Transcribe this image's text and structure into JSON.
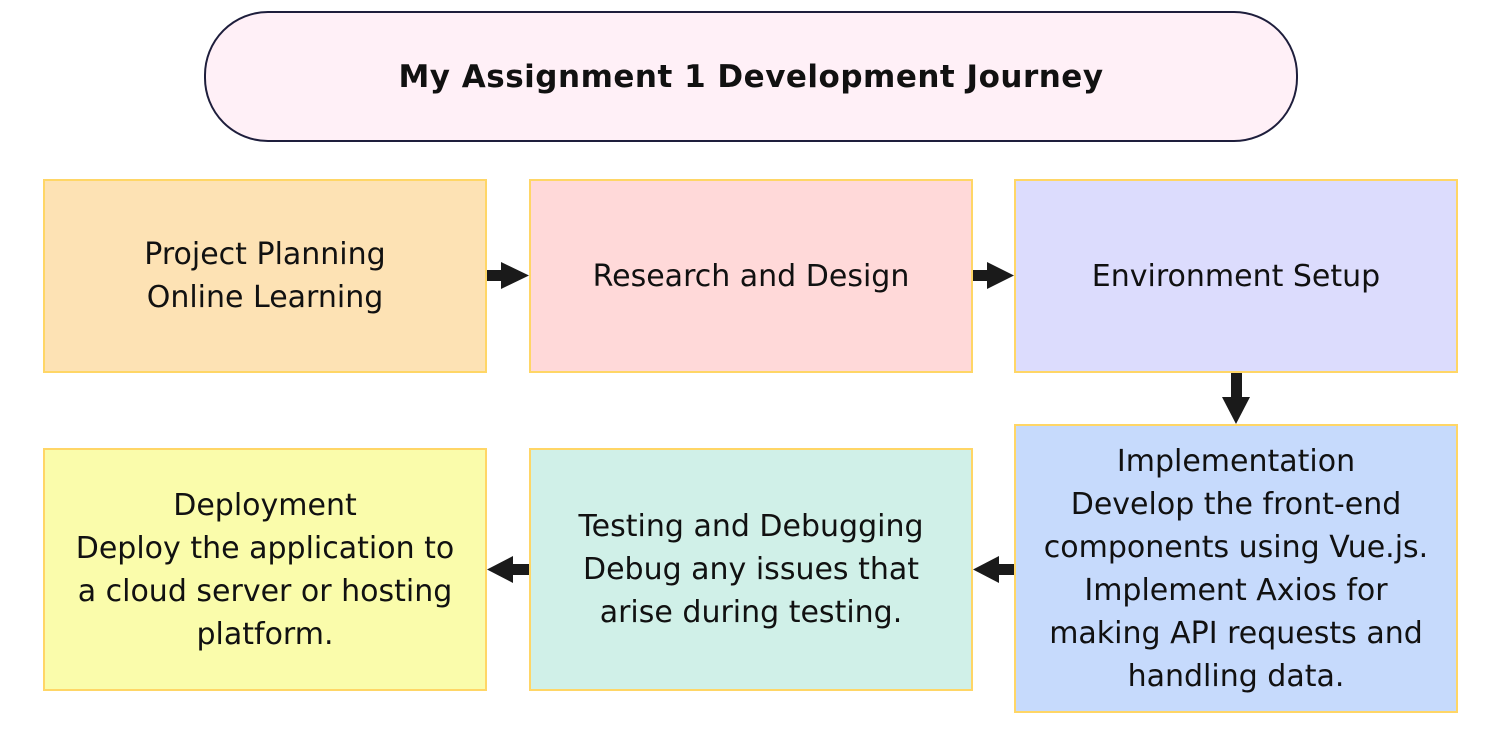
{
  "title": "My Assignment 1 Development Journey",
  "steps": [
    {
      "lines": [
        "Project Planning",
        "Online Learning"
      ],
      "color": "#fde2b4"
    },
    {
      "lines": [
        "Research and Design"
      ],
      "color": "#ffd9d9"
    },
    {
      "lines": [
        "Environment Setup"
      ],
      "color": "#dcdcfd"
    },
    {
      "lines": [
        "Implementation",
        "Develop the front-end",
        "components using Vue.js.",
        "Implement Axios for",
        "making API requests and",
        "handling data."
      ],
      "color": "#c6dafc"
    },
    {
      "lines": [
        "Testing and Debugging",
        "Debug any issues that",
        "arise during testing."
      ],
      "color": "#d0f0e8"
    },
    {
      "lines": [
        "Deployment",
        "Deploy the application to",
        "a cloud server or hosting",
        "platform."
      ],
      "color": "#fafcab"
    }
  ]
}
